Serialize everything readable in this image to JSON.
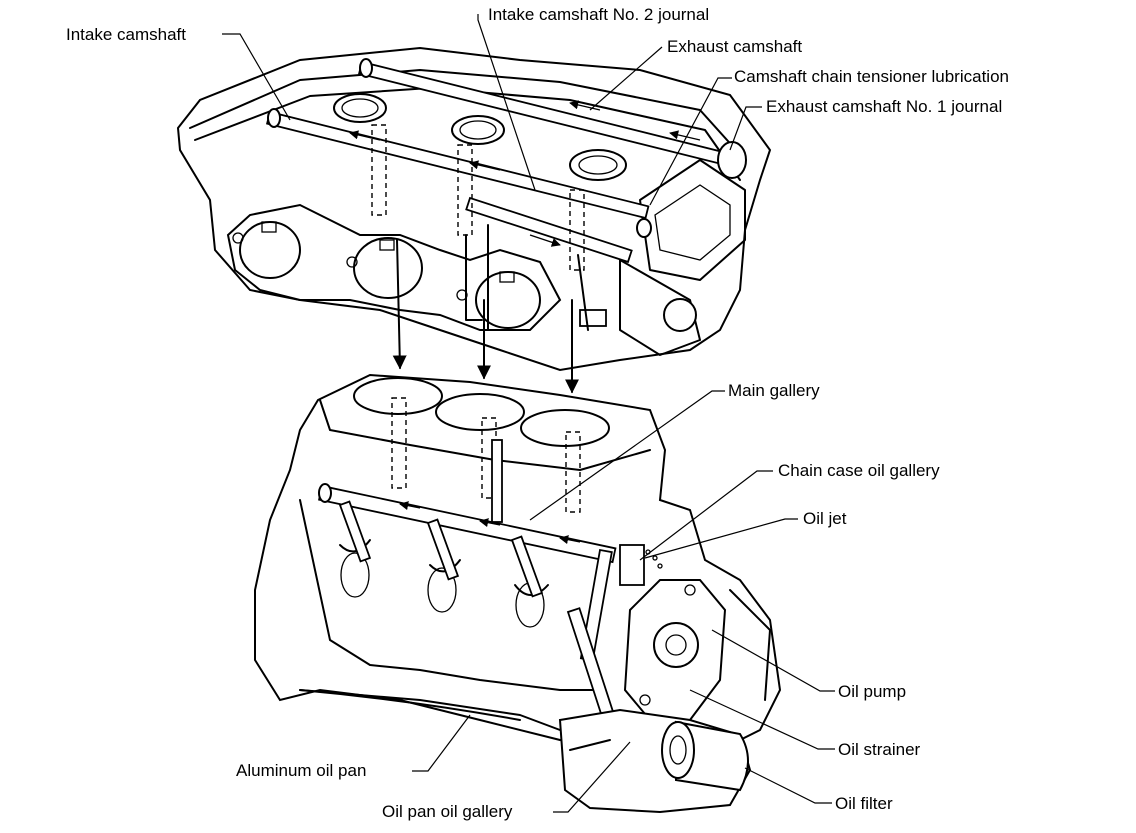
{
  "labels": {
    "intake_camshaft": "Intake camshaft",
    "intake_camshaft_no2_journal": "Intake camshaft No. 2 journal",
    "exhaust_camshaft": "Exhaust camshaft",
    "camshaft_chain_tensioner_lubrication": "Camshaft chain tensioner lubrication",
    "exhaust_camshaft_no1_journal": "Exhaust camshaft No. 1 journal",
    "main_gallery": "Main gallery",
    "chain_case_oil_gallery": "Chain case oil gallery",
    "oil_jet": "Oil jet",
    "oil_pump": "Oil pump",
    "oil_strainer": "Oil strainer",
    "aluminum_oil_pan": "Aluminum oil pan",
    "oil_pan_oil_gallery": "Oil pan oil gallery",
    "oil_filter": "Oil filter"
  },
  "colors": {
    "ink": "#000000",
    "background": "#ffffff"
  }
}
